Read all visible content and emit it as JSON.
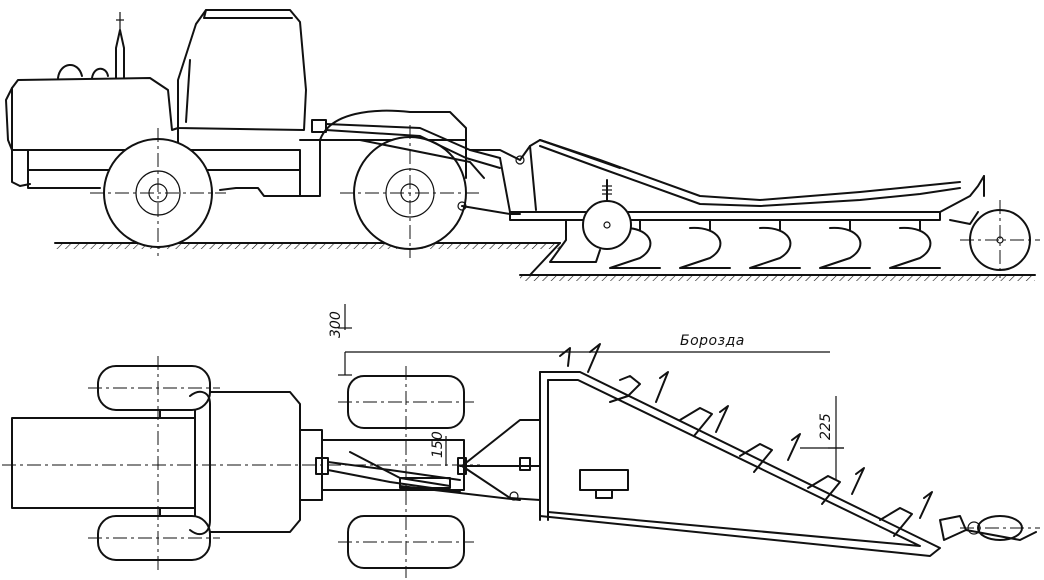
{
  "labels": {
    "furrow": "Борозда",
    "dim_300": "300",
    "dim_150": "150",
    "dim_225": "225"
  }
}
